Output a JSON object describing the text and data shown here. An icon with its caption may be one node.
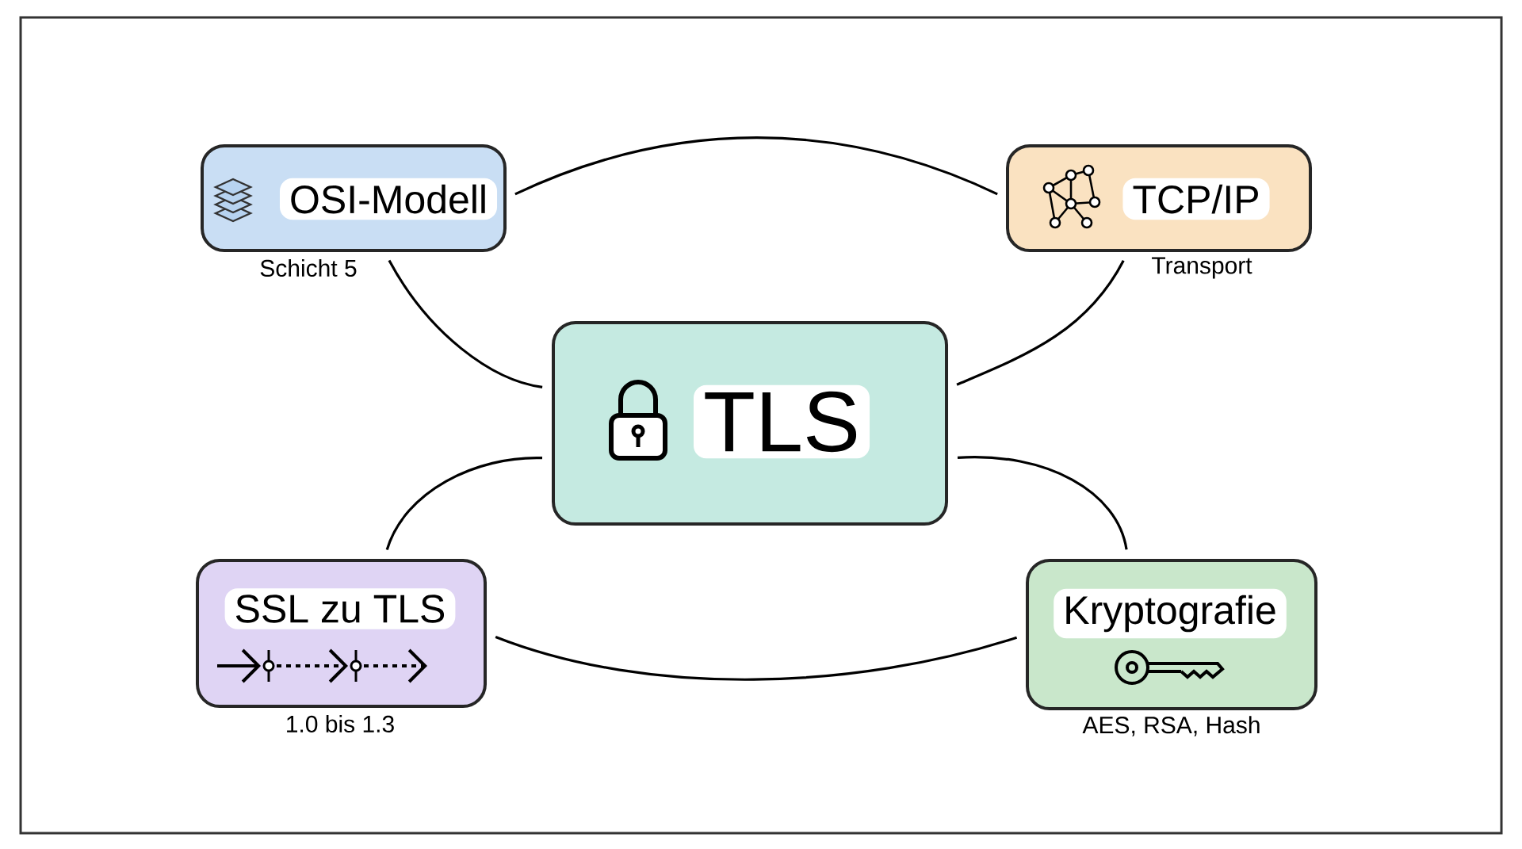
{
  "diagram": {
    "nodes": [
      {
        "text": [
          "TLS"
        ]
      },
      {
        "text": [
          "OSI-Modell"
        ],
        "beside": [
          "Schicht 5"
        ]
      },
      {
        "text": [
          "TCP/IP"
        ],
        "beside": [
          "Transport"
        ]
      },
      {
        "text": [
          "SSL zu TLS"
        ],
        "beside": [
          "1.0 bis 1.3"
        ]
      },
      {
        "text": [
          "Kryptografie"
        ],
        "beside": [
          "AES, RSA, Hash"
        ]
      }
    ],
    "edges": [
      {
        "from": 1,
        "to": 2,
        "arrow": "none"
      },
      {
        "from": 1,
        "to": 0,
        "arrow": "none"
      },
      {
        "from": 2,
        "to": 0,
        "arrow": "none"
      },
      {
        "from": 3,
        "to": 0,
        "arrow": "none"
      },
      {
        "from": 4,
        "to": 0,
        "arrow": "none"
      },
      {
        "from": 3,
        "to": 4,
        "arrow": "none"
      }
    ]
  }
}
